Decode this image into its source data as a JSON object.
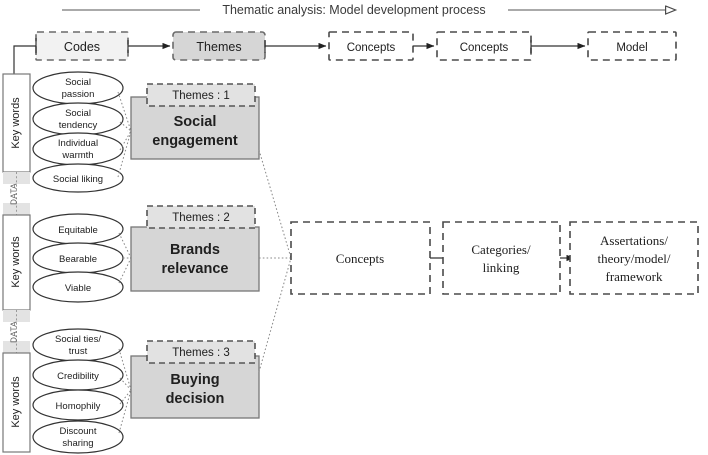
{
  "figure": {
    "title": "Thematic analysis: Model development process",
    "title_arrow": "open-triangle-right"
  },
  "pipeline": {
    "steps": [
      {
        "label": "Codes",
        "style": "light-gray-dashed"
      },
      {
        "label": "Themes",
        "style": "gray-dashed"
      },
      {
        "label": "Concepts",
        "style": "white-dashed"
      },
      {
        "label": "Concepts",
        "style": "white-dashed"
      },
      {
        "label": "Model",
        "style": "white-dashed"
      }
    ]
  },
  "left_rail": {
    "keyword_label": "Key words",
    "data_label": "DATA",
    "segments": 3,
    "data_separators": 2
  },
  "groups": [
    {
      "tag": "Themes : 1",
      "theme": {
        "line1": "Social",
        "line2": "engagement"
      },
      "keywords": [
        {
          "line1": "Social",
          "line2": "passion"
        },
        {
          "line1": "Social",
          "line2": "tendency"
        },
        {
          "line1": "Individual",
          "line2": "warmth"
        },
        {
          "line1": "Social liking",
          "line2": ""
        }
      ]
    },
    {
      "tag": "Themes : 2",
      "theme": {
        "line1": "Brands",
        "line2": "relevance"
      },
      "keywords": [
        {
          "line1": "Equitable",
          "line2": ""
        },
        {
          "line1": "Bearable",
          "line2": ""
        },
        {
          "line1": "Viable",
          "line2": ""
        }
      ]
    },
    {
      "tag": "Themes : 3",
      "theme": {
        "line1": "Buying",
        "line2": "decision"
      },
      "keywords": [
        {
          "line1": "Social ties/",
          "line2": "trust"
        },
        {
          "line1": "Credibility",
          "line2": ""
        },
        {
          "line1": "Homophily",
          "line2": ""
        },
        {
          "line1": "Discount",
          "line2": "sharing"
        }
      ]
    }
  ],
  "outcome_chain": [
    {
      "lines": [
        "Concepts"
      ]
    },
    {
      "lines": [
        "Categories/",
        "linking"
      ]
    },
    {
      "lines": [
        "Assertations/",
        "theory/model/",
        "framework"
      ]
    }
  ],
  "colors": {
    "box_gray": "#d6d6d6",
    "box_light": "#f2f2f2",
    "tag_gray": "#e2e2e2",
    "data_gray": "#e3e3e3",
    "stroke": "#333333",
    "text": "#202020"
  }
}
